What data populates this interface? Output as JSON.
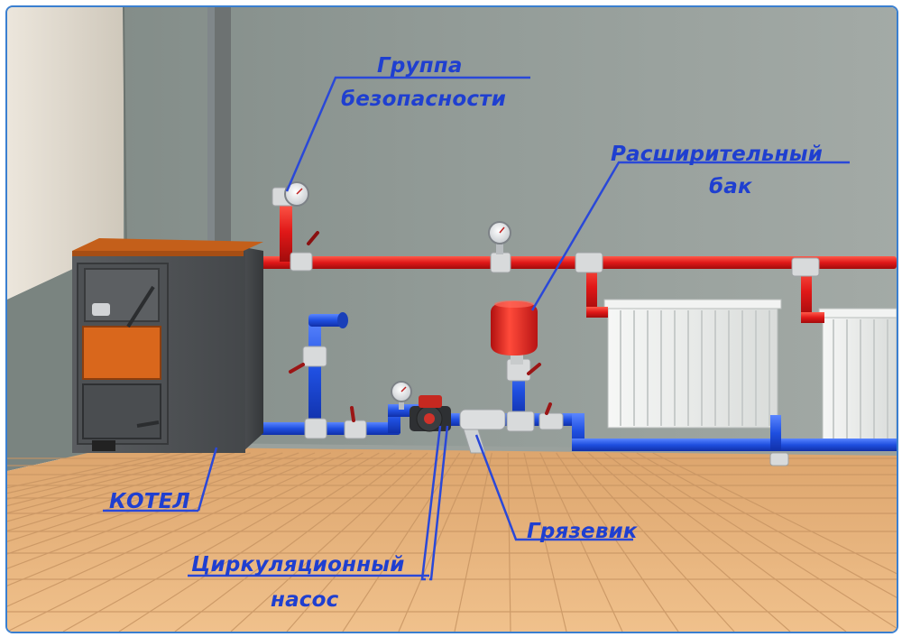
{
  "labels": {
    "safety_group": {
      "line1": "Группа",
      "line2": "безопасности"
    },
    "expansion_tank": {
      "line1": "Расширительный",
      "line2": "бак"
    },
    "boiler": "КОТЕЛ",
    "mud_trap": "Грязевик",
    "circulation_pump": {
      "line1": "Циркуляционный",
      "line2": "насос"
    }
  },
  "colors": {
    "supply_pipe": "#e01818",
    "return_pipe": "#1f4fe0",
    "label_text": "#1f3fd0",
    "leader_line": "#2a48d8",
    "wall": "#8a9490",
    "floor_tile": "#e8b27a",
    "boiler_body": "#55585a",
    "boiler_door": "#d9671c",
    "radiator": "#eef0ee",
    "expansion_tank": "#e02020",
    "frame_border": "#3a7fd0"
  },
  "icons": {
    "boiler": "boiler-icon",
    "pump": "pump-icon",
    "tank": "expansion-tank-icon",
    "gauge": "pressure-gauge-icon",
    "radiator": "radiator-icon",
    "mud_trap": "mud-trap-icon"
  }
}
